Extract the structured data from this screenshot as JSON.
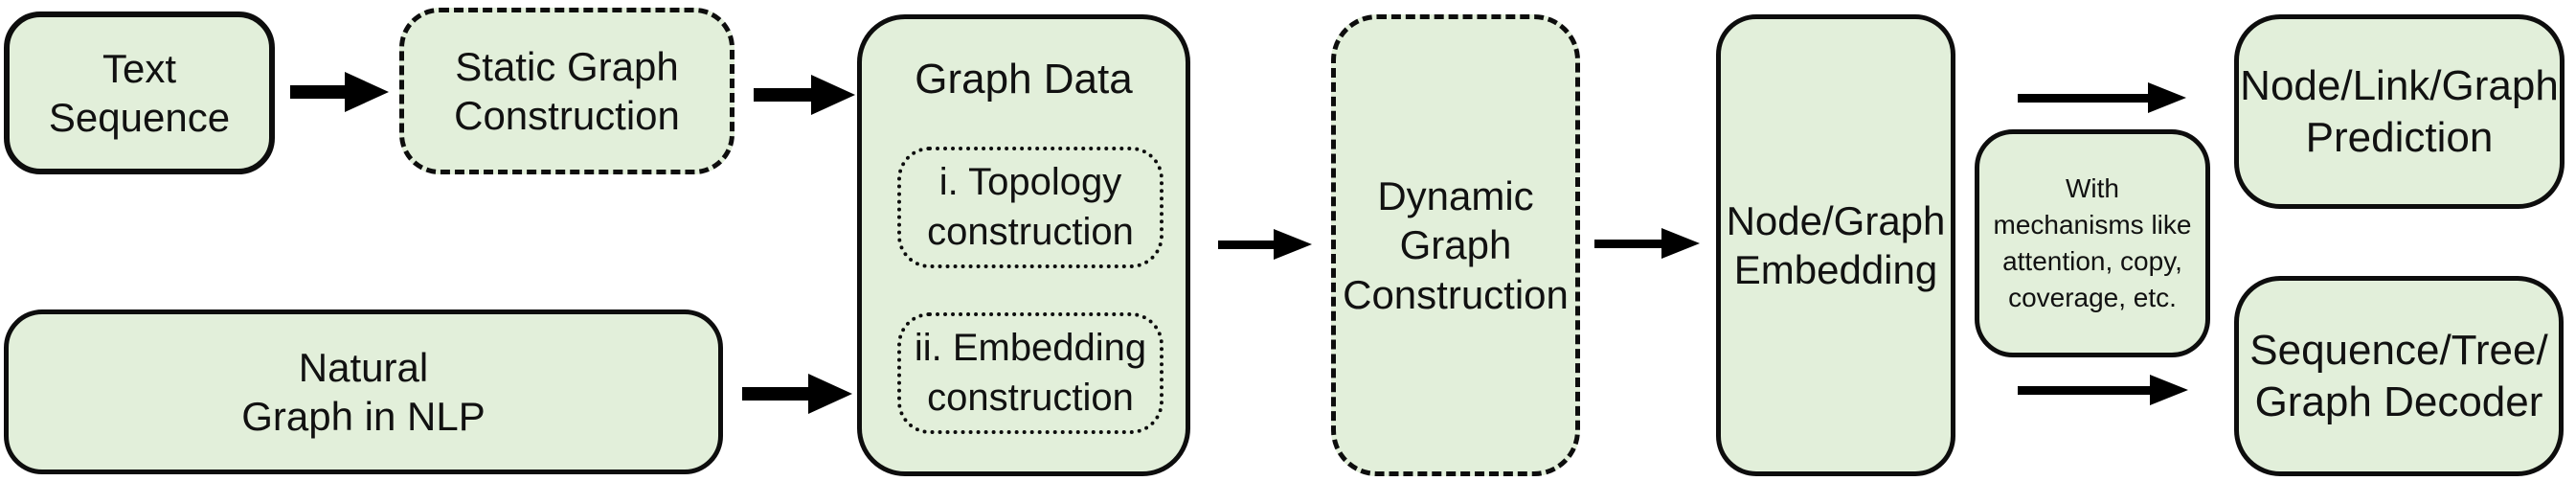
{
  "colors": {
    "background": "#ffffff",
    "box_fill": "#e2efda",
    "border": "#0d0d0d",
    "arrow": "#000000"
  },
  "nodes": {
    "text_sequence": {
      "lines": [
        "Text",
        "Sequence"
      ]
    },
    "static_graph_construction": {
      "lines": [
        "Static Graph",
        "Construction"
      ]
    },
    "natural_graph": {
      "lines": [
        "Natural",
        "Graph in NLP"
      ]
    },
    "graph_data": {
      "title": "Graph Data",
      "sub": [
        {
          "lines": [
            "i. Topology",
            "construction"
          ]
        },
        {
          "lines": [
            "ii. Embedding",
            "construction"
          ]
        }
      ]
    },
    "dynamic_graph_construction": {
      "lines": [
        "Dynamic",
        "Graph",
        "Construction"
      ]
    },
    "node_graph_embedding": {
      "lines": [
        "Node/Graph",
        "Embedding"
      ]
    },
    "with_mechanisms": {
      "lines": [
        "With",
        "mechanisms like",
        "attention, copy,",
        "coverage, etc."
      ]
    },
    "node_link_graph_prediction": {
      "lines": [
        "Node/Link/Graph",
        "Prediction"
      ]
    },
    "sequence_tree_graph_decoder": {
      "lines": [
        "Sequence/Tree/",
        "Graph Decoder"
      ]
    }
  },
  "arrows": [
    {
      "from": "text_sequence",
      "to": "static_graph_construction"
    },
    {
      "from": "static_graph_construction",
      "to": "graph_data"
    },
    {
      "from": "natural_graph",
      "to": "graph_data"
    },
    {
      "from": "graph_data",
      "to": "dynamic_graph_construction"
    },
    {
      "from": "dynamic_graph_construction",
      "to": "node_graph_embedding"
    },
    {
      "from": "node_graph_embedding",
      "to": "node_link_graph_prediction"
    },
    {
      "from": "node_graph_embedding",
      "to": "sequence_tree_graph_decoder"
    }
  ]
}
